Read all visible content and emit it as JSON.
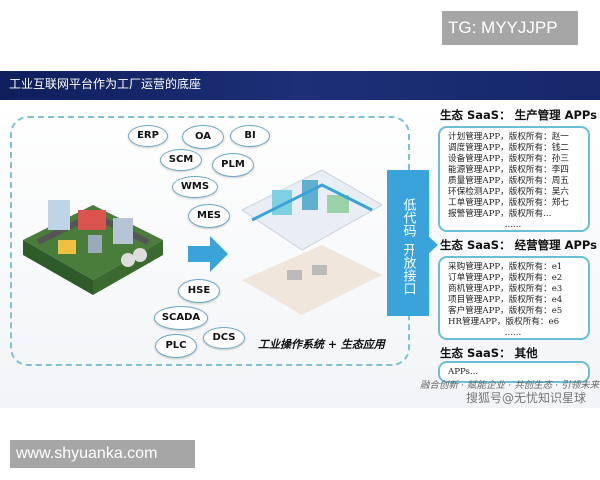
{
  "watermark_top": "TG: MYYJJPP",
  "header": {
    "title": "工业互联网平台作为工厂运营的底座"
  },
  "left": {
    "bubbles": [
      "ERP",
      "OA",
      "BI",
      "SCM",
      "PLM",
      "WMS",
      "MES",
      "HSE",
      "SCADA",
      "DCS",
      "PLC"
    ],
    "caption": "工业操作系统 + 生态应用"
  },
  "lowcode": {
    "line1": "低代码",
    "line2": "开放接口"
  },
  "right": {
    "production": {
      "title": "生态 SaaS： 生产管理 APPs",
      "items": [
        "计划管理APP，版权所有：赵一",
        "调度管理APP，版权所有：钱二",
        "设备管理APP，版权所有：孙三",
        "能源管理APP，版权所有：李四",
        "质量管理APP，版权所有：周五",
        "环保检测APP，版权所有：吴六",
        "工单管理APP，版权所有：郑七",
        "报警管理APP，版权所有..."
      ],
      "more": "......"
    },
    "business": {
      "title": "生态 SaaS： 经营管理 APPs",
      "items": [
        "采购管理APP，版权所有：e1",
        "订单管理APP，版权所有：e2",
        "商机管理APP，版权所有：e3",
        "项目管理APP，版权所有：e4",
        "客户管理APP，版权所有：e5",
        "HR管理APP，版权所有：e6"
      ],
      "more": "......"
    },
    "other": {
      "title": "生态 SaaS： 其他",
      "items": [
        "APPs..."
      ]
    }
  },
  "slogan": "融合创新 · 赋能企业 · 共创生态 · 引领未来",
  "sohu": "搜狐号@无忧知识星球",
  "watermark_bottom": "www.shyuanka.com",
  "colors": {
    "banner": "#16286a",
    "accent": "#3aa3d9",
    "border": "#69bfd5"
  }
}
